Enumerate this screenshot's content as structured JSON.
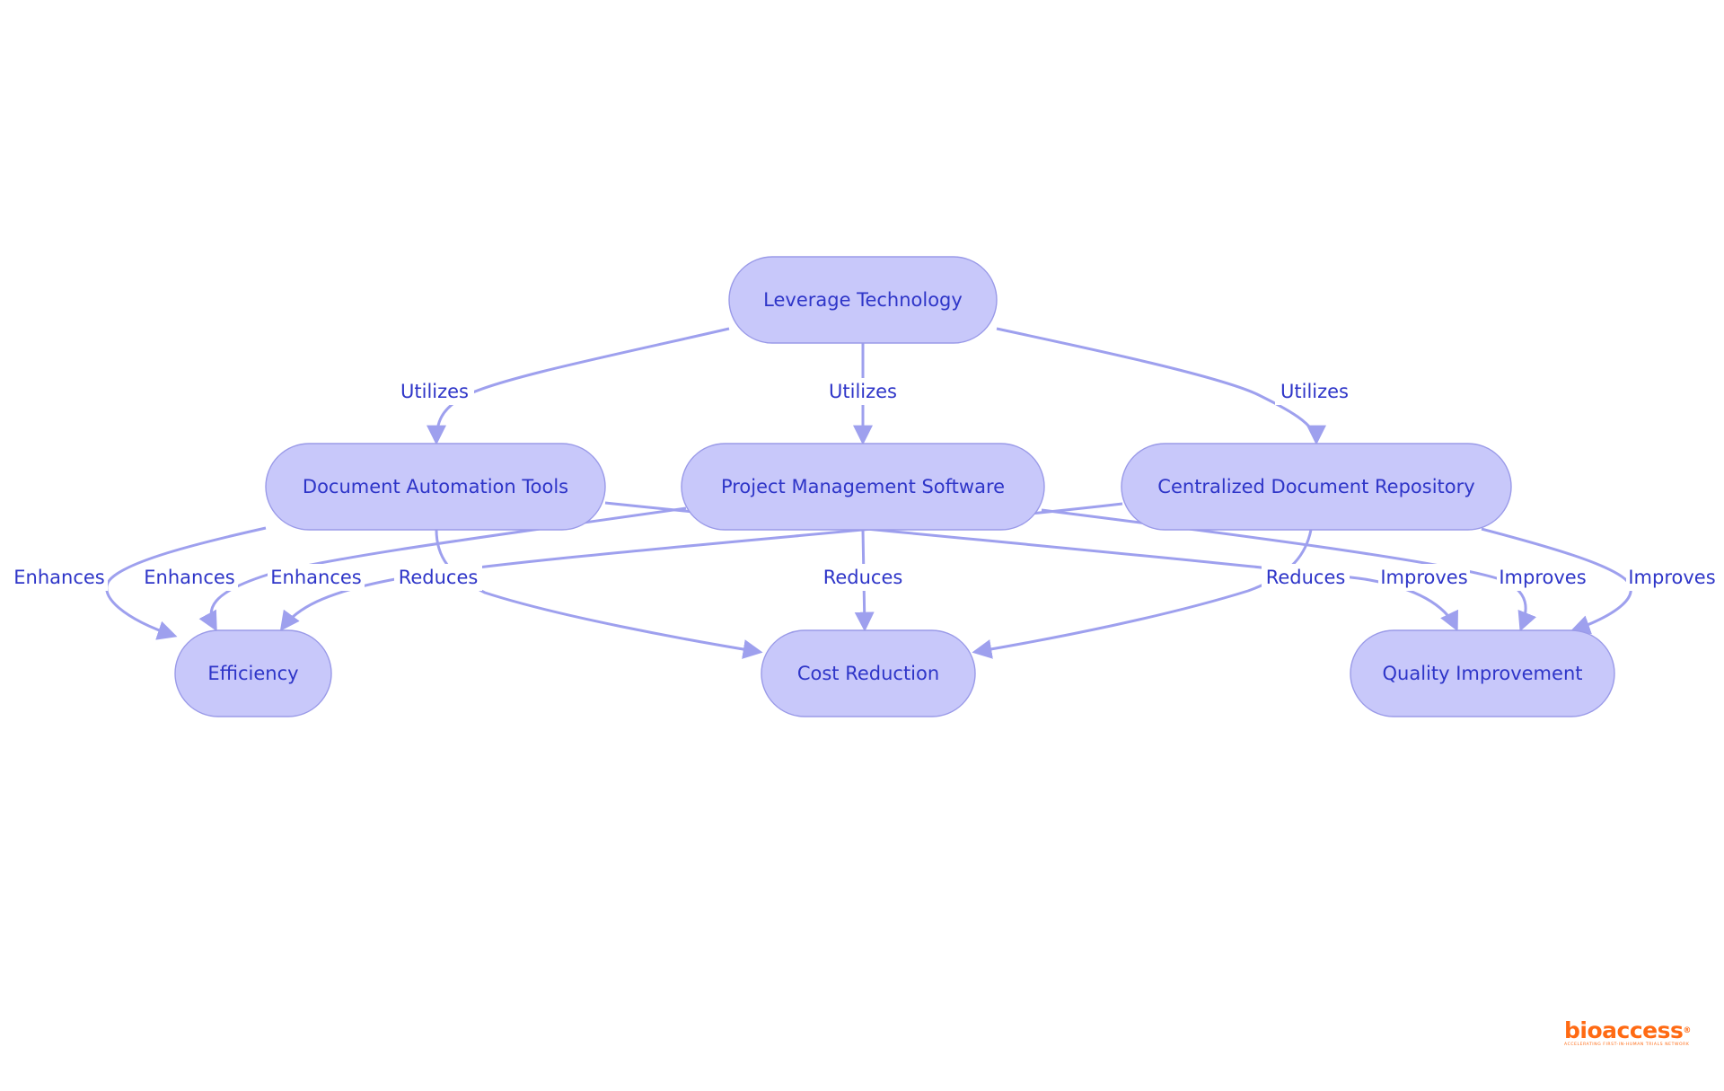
{
  "diagram": {
    "nodes": [
      {
        "id": "leverage-technology",
        "label": "Leverage Technology"
      },
      {
        "id": "document-automation-tools",
        "label": "Document Automation Tools"
      },
      {
        "id": "project-management-software",
        "label": "Project Management Software"
      },
      {
        "id": "centralized-document-repository",
        "label": "Centralized Document Repository"
      },
      {
        "id": "efficiency",
        "label": "Efficiency"
      },
      {
        "id": "cost-reduction",
        "label": "Cost Reduction"
      },
      {
        "id": "quality-improvement",
        "label": "Quality Improvement"
      }
    ],
    "edges": [
      {
        "id": "e1",
        "from": "leverage-technology",
        "to": "document-automation-tools",
        "label": "Utilizes"
      },
      {
        "id": "e2",
        "from": "leverage-technology",
        "to": "project-management-software",
        "label": "Utilizes"
      },
      {
        "id": "e3",
        "from": "leverage-technology",
        "to": "centralized-document-repository",
        "label": "Utilizes"
      },
      {
        "id": "e4",
        "from": "document-automation-tools",
        "to": "efficiency",
        "label": "Enhances"
      },
      {
        "id": "e5",
        "from": "project-management-software",
        "to": "efficiency",
        "label": "Enhances"
      },
      {
        "id": "e6",
        "from": "centralized-document-repository",
        "to": "efficiency",
        "label": "Enhances"
      },
      {
        "id": "e7",
        "from": "document-automation-tools",
        "to": "cost-reduction",
        "label": "Reduces"
      },
      {
        "id": "e8",
        "from": "project-management-software",
        "to": "cost-reduction",
        "label": "Reduces"
      },
      {
        "id": "e9",
        "from": "centralized-document-repository",
        "to": "cost-reduction",
        "label": "Reduces"
      },
      {
        "id": "e10",
        "from": "document-automation-tools",
        "to": "quality-improvement",
        "label": "Improves"
      },
      {
        "id": "e11",
        "from": "project-management-software",
        "to": "quality-improvement",
        "label": "Improves"
      },
      {
        "id": "e12",
        "from": "centralized-document-repository",
        "to": "quality-improvement",
        "label": "Improves"
      }
    ]
  },
  "colors": {
    "node_fill": "#c8c8fa",
    "node_stroke": "#9a9ae8",
    "edge": "#9ea0ee",
    "text": "#2e35c8",
    "logo": "#ff6a13"
  },
  "logo": {
    "word": "bioaccess",
    "registered": "®",
    "tagline": "ACCELERATING FIRST-IN-HUMAN TRIALS NETWORK"
  }
}
